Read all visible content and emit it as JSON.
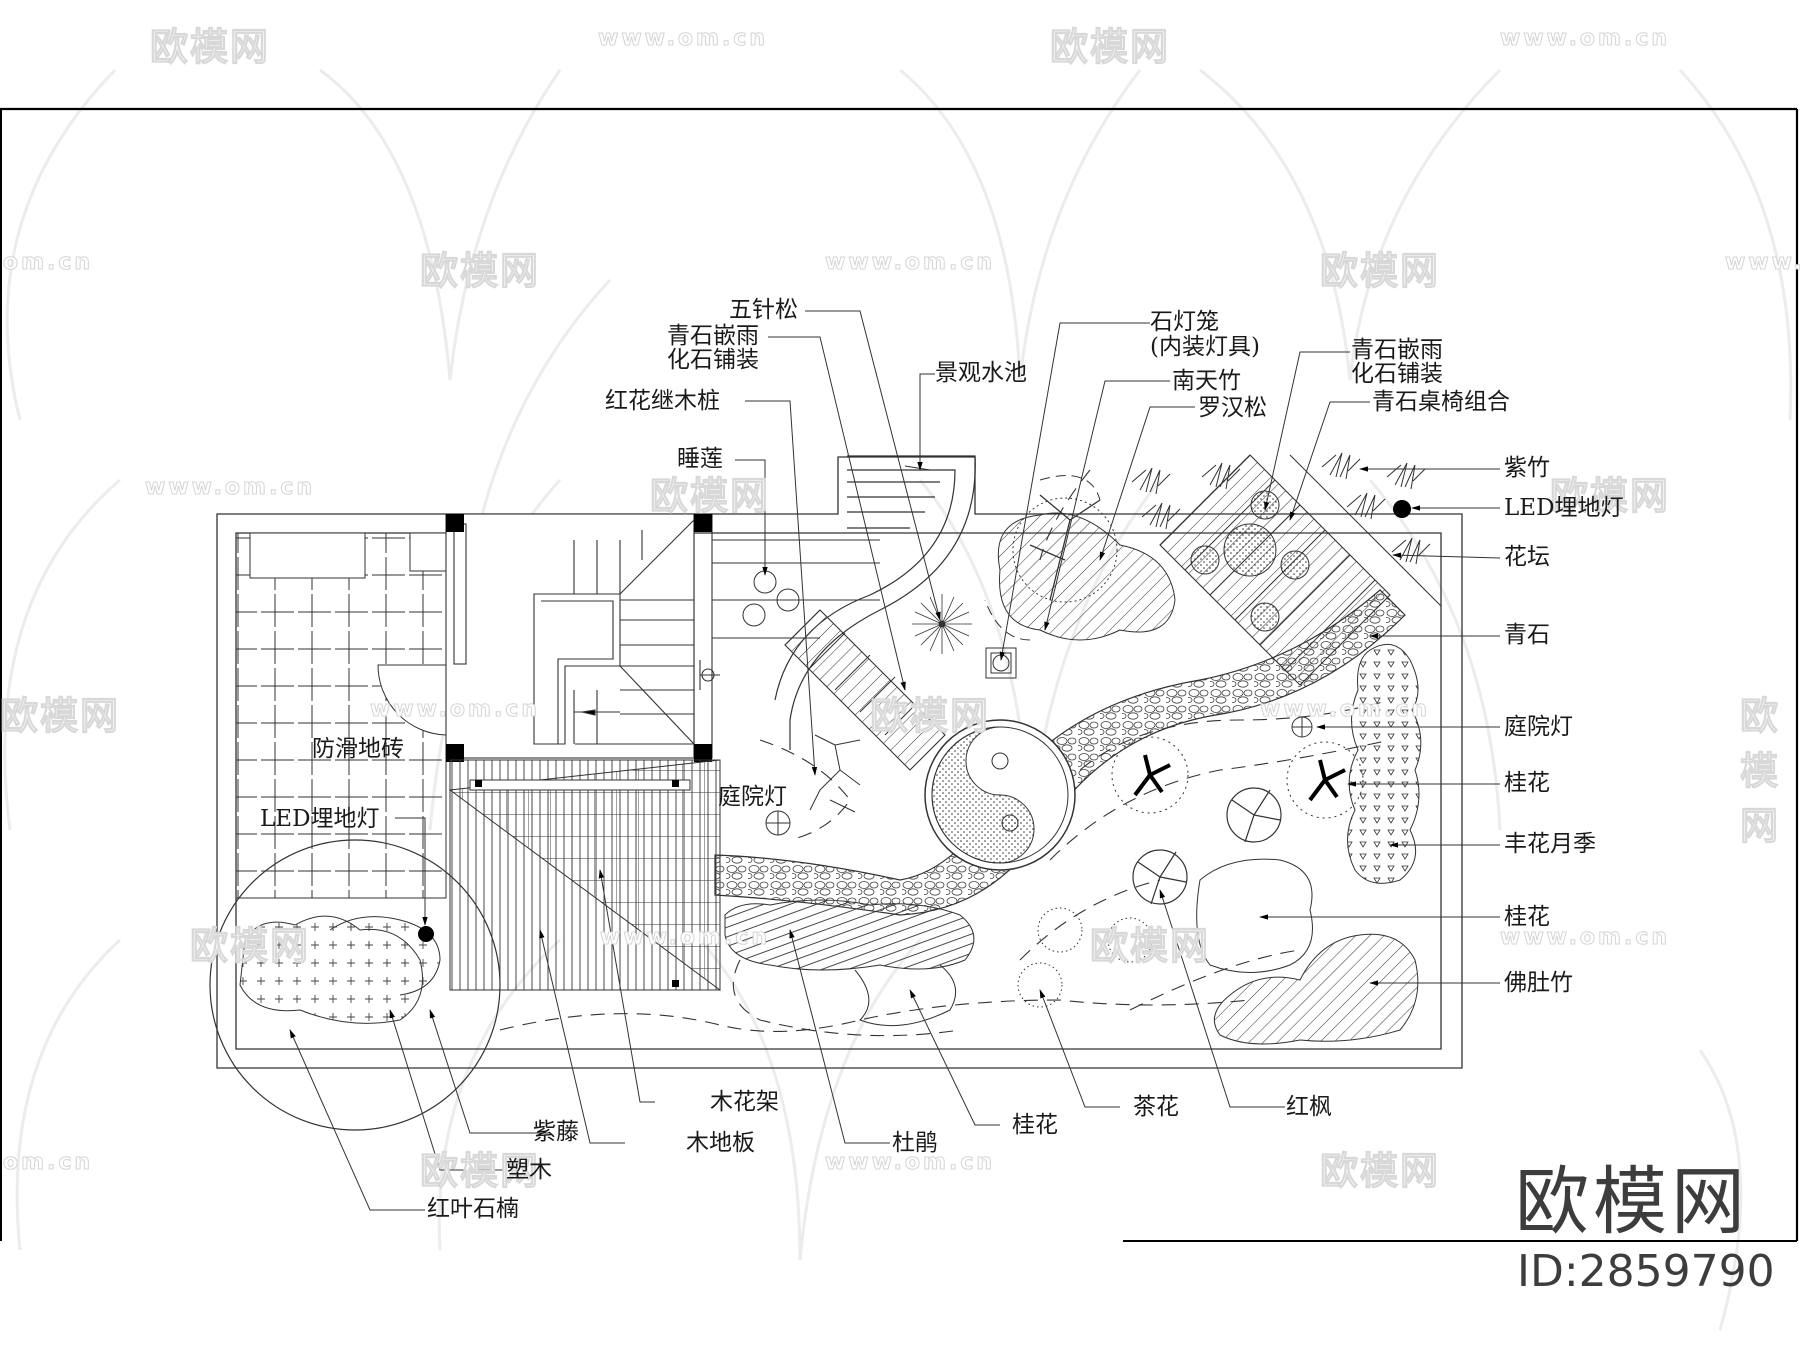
{
  "drawing": {
    "type": "landscape-garden-plan",
    "frame_color": "#000000",
    "line_color": "#1a1a1a",
    "watermark_color": "#e0e0e0"
  },
  "labels": {
    "top": [
      {
        "id": "wuzhensong",
        "text": "五针松"
      },
      {
        "id": "paving-1-line1",
        "text": "青石嵌雨"
      },
      {
        "id": "paving-1-line2",
        "text": "化石铺装"
      },
      {
        "id": "honghua-stump",
        "text": "红花继木桩"
      },
      {
        "id": "water-lily",
        "text": "睡莲"
      },
      {
        "id": "pond",
        "text": "景观水池"
      },
      {
        "id": "stone-lantern-line1",
        "text": "石灯笼"
      },
      {
        "id": "stone-lantern-line2",
        "text": "(内装灯具)"
      },
      {
        "id": "nandina",
        "text": "南天竹"
      },
      {
        "id": "podocarpus",
        "text": "罗汉松"
      },
      {
        "id": "paving-2-line1",
        "text": "青石嵌雨"
      },
      {
        "id": "paving-2-line2",
        "text": "化石铺装"
      },
      {
        "id": "stone-table-set",
        "text": "青石桌椅组合"
      }
    ],
    "right": [
      {
        "id": "purple-bamboo",
        "text": "紫竹"
      },
      {
        "id": "led-light-right",
        "text": "LED埋地灯"
      },
      {
        "id": "flower-bed",
        "text": "花坛"
      },
      {
        "id": "bluestone",
        "text": "青石"
      },
      {
        "id": "garden-lamp-right",
        "text": "庭院灯"
      },
      {
        "id": "osmanthus-1",
        "text": "桂花"
      },
      {
        "id": "rose",
        "text": "丰花月季"
      },
      {
        "id": "osmanthus-2",
        "text": "桂花"
      },
      {
        "id": "buddha-bamboo",
        "text": "佛肚竹"
      }
    ],
    "inside": [
      {
        "id": "anti-slip-tile",
        "text": "防滑地砖"
      },
      {
        "id": "led-light-left",
        "text": "LED埋地灯"
      },
      {
        "id": "garden-lamp-center",
        "text": "庭院灯"
      }
    ],
    "bottom": [
      {
        "id": "wood-trellis",
        "text": "木花架"
      },
      {
        "id": "wisteria",
        "text": "紫藤"
      },
      {
        "id": "wood-floor",
        "text": "木地板"
      },
      {
        "id": "topiary",
        "text": "塑木"
      },
      {
        "id": "photinia",
        "text": "红叶石楠"
      },
      {
        "id": "azalea",
        "text": "杜鹃"
      },
      {
        "id": "osmanthus-3",
        "text": "桂花"
      },
      {
        "id": "camellia",
        "text": "茶花"
      },
      {
        "id": "red-maple",
        "text": "红枫"
      }
    ]
  },
  "watermark": {
    "logo_text": "欧模网",
    "url_text": "www.om.cn",
    "url_partial": "om.cn"
  },
  "brand": {
    "name": "欧模网",
    "id_text": "ID:2859790"
  }
}
